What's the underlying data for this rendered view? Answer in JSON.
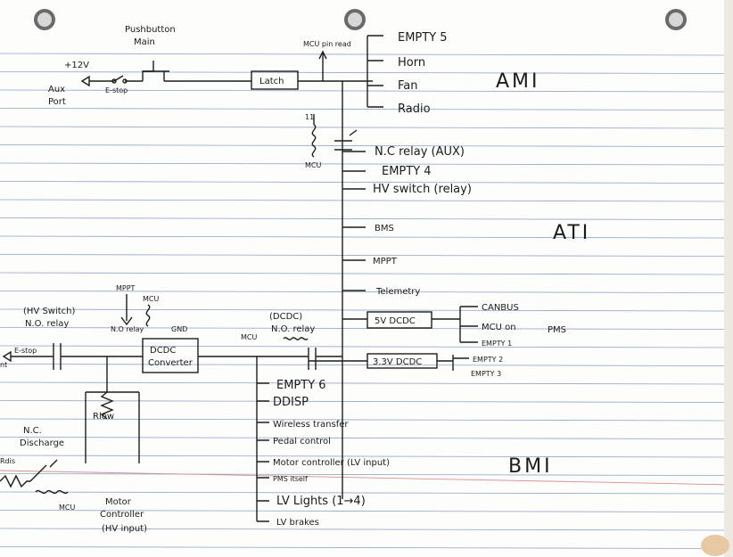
{
  "top": {
    "pushbutton": [
      "Pushbutton",
      "Main"
    ],
    "plus12v": "+12V",
    "aux_port": [
      "Aux",
      "Port"
    ],
    "estop": "E-stop",
    "latch": "Latch",
    "mcu_pin_read": "MCU pin read"
  },
  "ami": {
    "title": "AMI",
    "items": [
      "EMPTY 5",
      "Horn",
      "Fan",
      "Radio"
    ]
  },
  "ati": {
    "title": "ATI",
    "relay_mcu": "MCU",
    "relay_tag": "11",
    "items": [
      "N.C relay (AUX)",
      "EMPTY 4",
      "HV switch (relay)",
      "BMS",
      "MPPT",
      "Telemetry"
    ],
    "dcdc5": "5V DCDC",
    "dcdc5_outputs": [
      "CANBUS",
      "MCU on",
      "EMPTY 1"
    ],
    "pms": "PMS",
    "dcdc33": "3.3V DCDC",
    "dcdc33_outputs": [
      "EMPTY 2",
      "EMPTY 3"
    ]
  },
  "hv": {
    "hv_switch": [
      "(HV Switch)",
      "N.O. relay"
    ],
    "mppt": "MPPT",
    "mcu": "MCU",
    "no_relay": "N.O relay",
    "gnd": "GND",
    "dcdc": [
      "DCDC",
      "Converter"
    ],
    "dcdc_relay": [
      "(DCDC)",
      "N.O. relay"
    ],
    "mcu_left": "MCU",
    "estop": "E-stop",
    "in_label": "nt",
    "rlow": "Rlow",
    "nc_discharge": [
      "N.C.",
      "Discharge"
    ],
    "rdis": "Rdis",
    "mcu_bottom": "MCU",
    "motor": [
      "Motor",
      "Controller",
      "(HV input)"
    ]
  },
  "bmi": {
    "title": "BMI",
    "items": [
      "EMPTY 6",
      "DDISP",
      "Wireless transfer",
      "Pedal control",
      "Motor controller (LV input)",
      "PMS itself",
      "LV Lights (1→4)",
      "LV brakes"
    ]
  }
}
